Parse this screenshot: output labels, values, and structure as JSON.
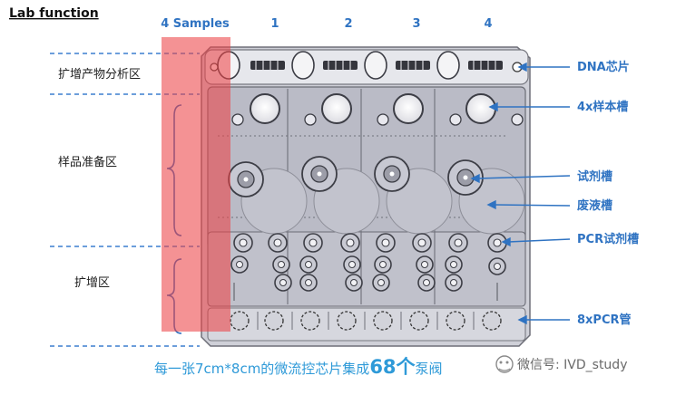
{
  "heading": "Lab function",
  "columns": {
    "samples": "4 Samples",
    "lanes": [
      "1",
      "2",
      "3",
      "4"
    ]
  },
  "zones": {
    "analysis": "扩增产物分析区",
    "sample_prep": "样品准备区",
    "amplification": "扩增区"
  },
  "callouts": {
    "dna_chip": "DNA芯片",
    "sample_well": "4x样本槽",
    "reagent_tank": "试剂槽",
    "waste_tank": "废液槽",
    "pcr_reagent": "PCR试剂槽",
    "pcr_tube": "8xPCR管"
  },
  "caption": {
    "prefix": "每一张7cm*8cm的微流控芯片集成",
    "number": "68个",
    "suffix": "泵阀"
  },
  "watermark": "微信号: IVD_study",
  "colors": {
    "accent_blue": "#2f73c2",
    "caption_blue": "#2f9ad8",
    "highlight_red": "#e8484a",
    "chip_gray": "#c9c9d1"
  }
}
